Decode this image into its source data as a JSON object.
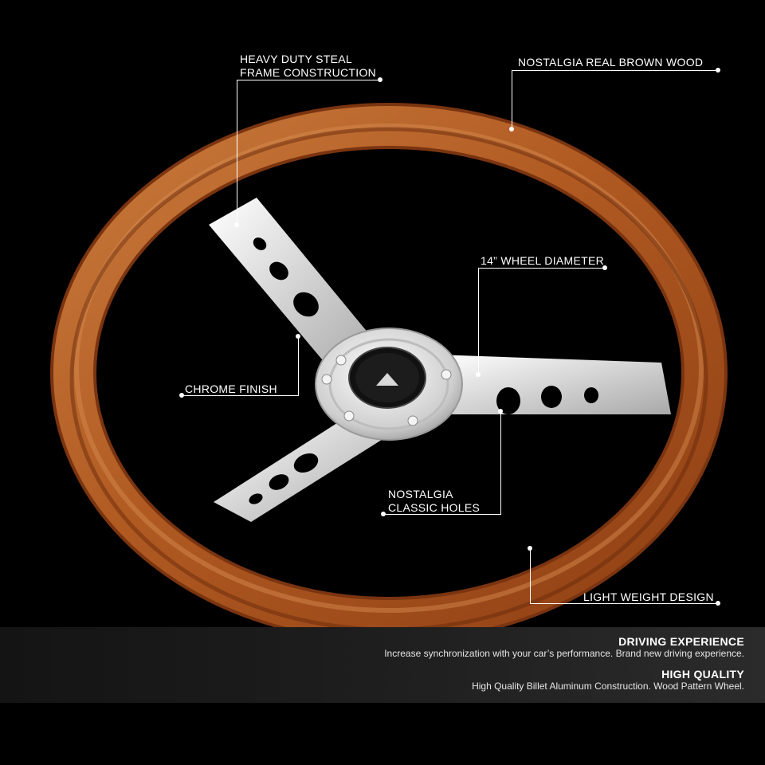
{
  "callouts": {
    "frame_line1": "HEAVY DUTY STEAL",
    "frame_line2": "FRAME CONSTRUCTION",
    "wood": "NOSTALGIA REAL BROWN WOOD",
    "diameter": "14” WHEEL DIAMETER",
    "chrome": "CHROME FINISH",
    "holes_line1": "NOSTALGIA",
    "holes_line2": "CLASSIC HOLES",
    "weight": "LIGHT WEIGHT DESIGN"
  },
  "features": [
    {
      "title": "DRIVING EXPERIENCE",
      "text": "Increase synchronization with your car’s performance. Brand new driving experience."
    },
    {
      "title": "HIGH QUALITY",
      "text": "High Quality Billet Aluminum Construction. Wood Pattern Wheel."
    }
  ],
  "colors": {
    "background": "#000000",
    "wood": "#b8642a",
    "chrome": "#e8e8e8",
    "text": "#ffffff"
  },
  "icons": {
    "horn_button": "horn-icon"
  }
}
